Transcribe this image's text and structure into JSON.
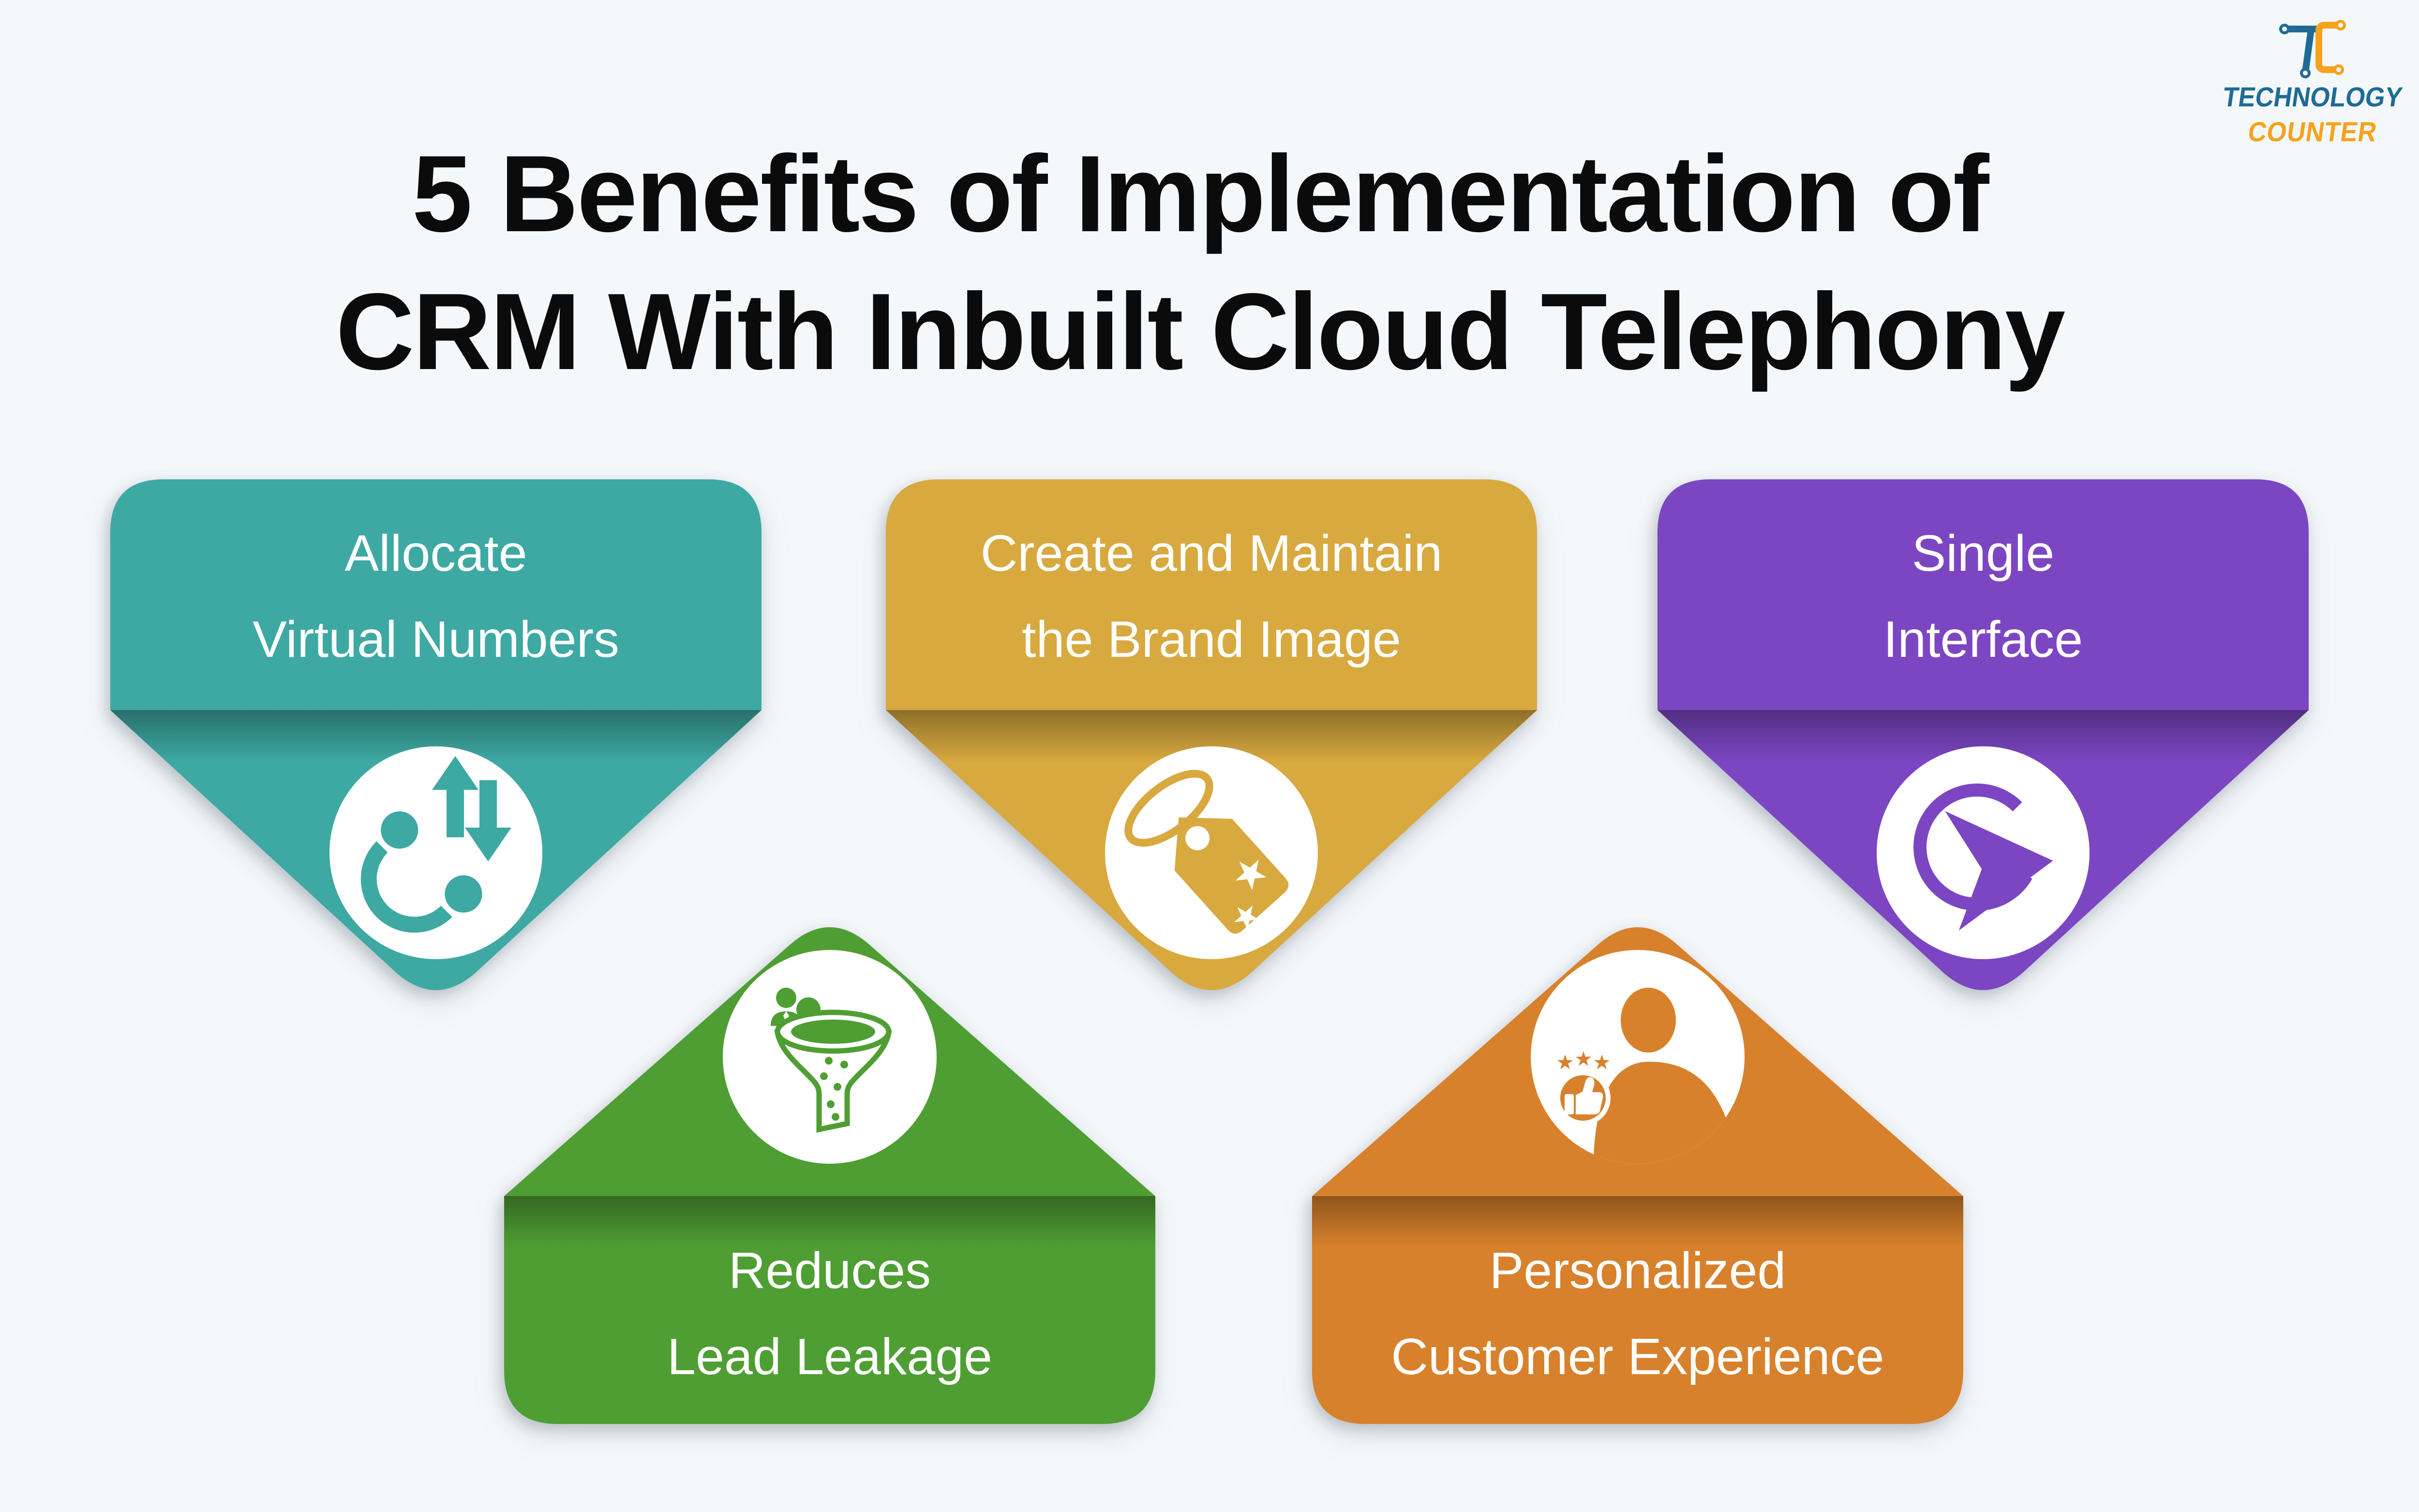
{
  "background_color": "#F5F8FB",
  "title": {
    "line1": "5 Benefits of Implementation of",
    "line2": "CRM With Inbuilt Cloud Telephony",
    "color": "#0B0B0B"
  },
  "logo": {
    "word1": "TECHNOLOGY",
    "word2": "COUNTER",
    "blue_color": "#1E6B96",
    "orange_color": "#F7A21D",
    "monogram": "tc-circuit-monogram"
  },
  "cards": [
    {
      "id": "allocate-virtual-numbers",
      "line1": "Allocate",
      "line2": "Virtual Numbers",
      "color": "#3EA9A3",
      "icon": "phone-up-down-arrows-icon",
      "row": "top"
    },
    {
      "id": "create-maintain-brand-image",
      "line1": "Create and Maintain",
      "line2": "the Brand Image",
      "color": "#D8A93F",
      "icon": "price-tag-stars-icon",
      "row": "top"
    },
    {
      "id": "single-interface",
      "line1": "Single",
      "line2": "Interface",
      "color": "#7C46C3",
      "icon": "cursor-click-circle-icon",
      "row": "top"
    },
    {
      "id": "reduces-lead-leakage",
      "line1": "Reduces",
      "line2": "Lead Leakage",
      "color": "#4F9E33",
      "icon": "lead-funnel-people-icon",
      "row": "bottom"
    },
    {
      "id": "personalized-customer-experience",
      "line1": "Personalized",
      "line2": "Customer Experience",
      "color": "#D8812C",
      "icon": "customer-thumbs-up-stars-icon",
      "row": "bottom"
    }
  ]
}
